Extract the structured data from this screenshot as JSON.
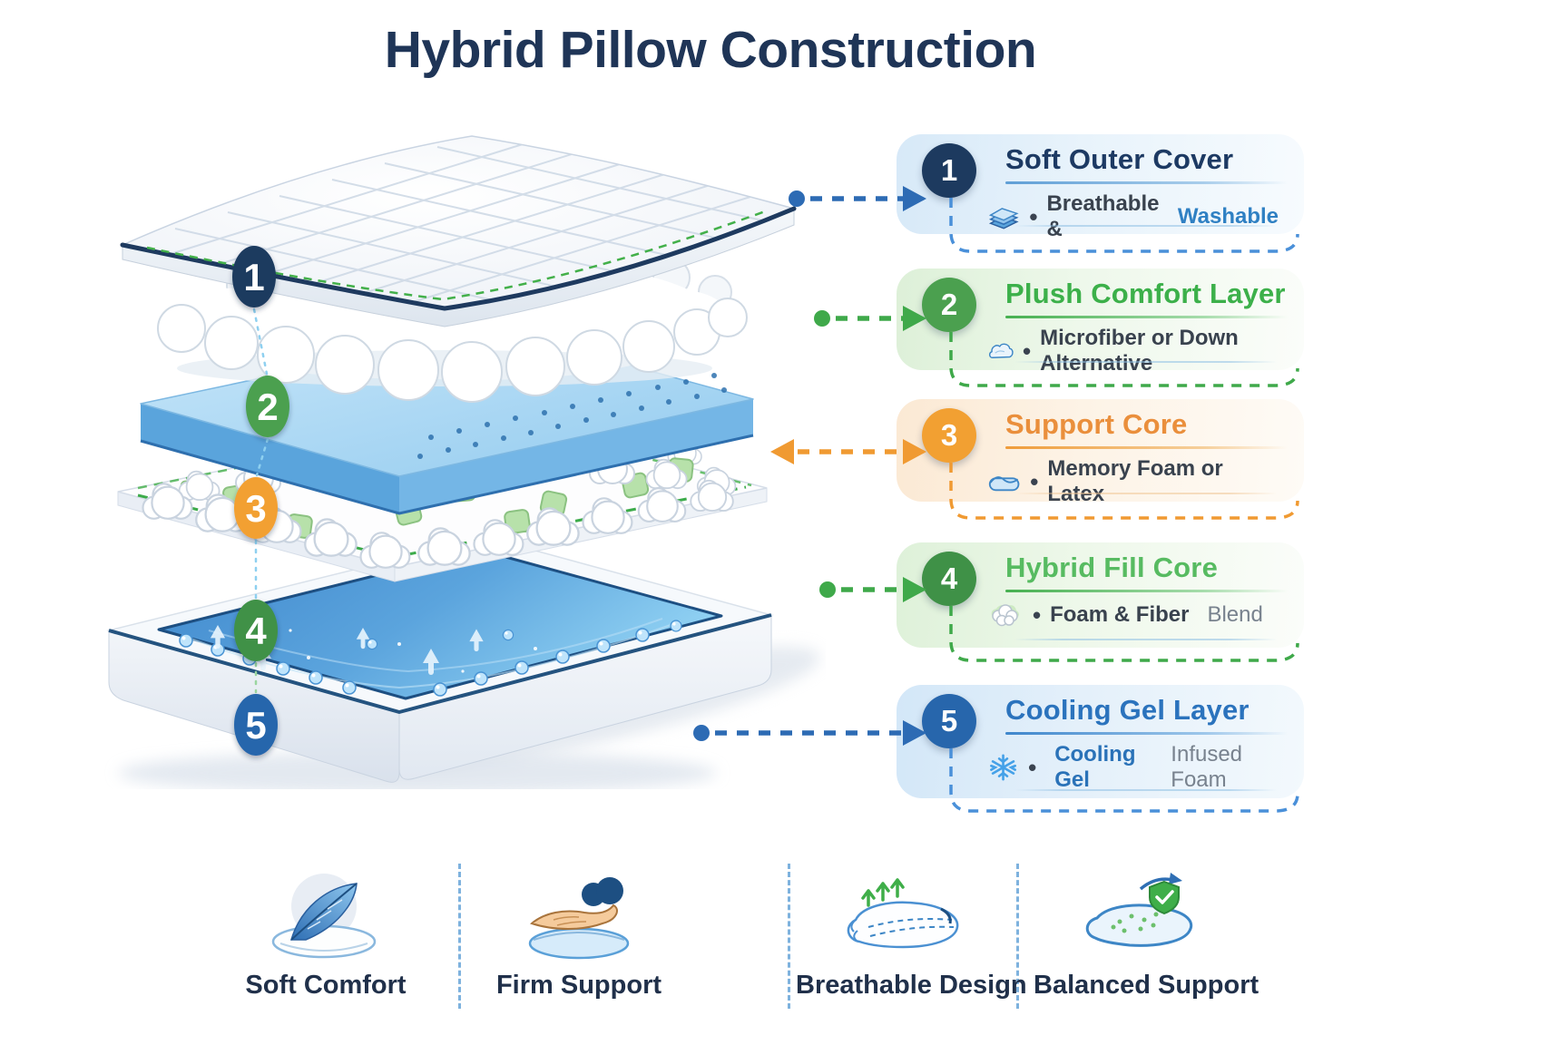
{
  "title": "Hybrid Pillow Construction",
  "badges": [
    {
      "num": "1",
      "color": "#1d3a5f"
    },
    {
      "num": "2",
      "color": "#4ba04f"
    },
    {
      "num": "3",
      "color": "#f2a032"
    },
    {
      "num": "4",
      "color": "#3f9147"
    },
    {
      "num": "5",
      "color": "#2766ac"
    }
  ],
  "cards": [
    {
      "num": "1",
      "title": "Soft Outer Cover",
      "bullet": "•",
      "sub_dark": "Breathable & ",
      "sub_accent": "Washable",
      "sub_muted": "",
      "icon": "fabric-layers-icon",
      "accent": "#1d3a5f"
    },
    {
      "num": "2",
      "title": "Plush Comfort Layer",
      "bullet": "•",
      "sub_dark": "Microfiber or Down Alternative",
      "sub_accent": "",
      "sub_muted": "",
      "icon": "cloud-icon",
      "accent": "#43ae4a"
    },
    {
      "num": "3",
      "title": "Support Core",
      "bullet": "•",
      "sub_dark": "Memory Foam or Latex",
      "sub_accent": "",
      "sub_muted": "",
      "icon": "memory-foam-icon",
      "accent": "#ef9c34"
    },
    {
      "num": "4",
      "title": "Hybrid Fill Core",
      "bullet": "•",
      "sub_dark": "Foam & Fiber ",
      "sub_accent": "",
      "sub_muted": "Blend",
      "icon": "foam-balls-icon",
      "accent": "#46b050"
    },
    {
      "num": "5",
      "title": "Cooling Gel Layer",
      "bullet": "•",
      "sub_dark": "",
      "sub_accent": "Cooling Gel ",
      "sub_muted": "Infused Foam",
      "icon": "snowflake-icon",
      "accent": "#2a72b8"
    }
  ],
  "features": [
    {
      "label": "Soft Comfort",
      "icon": "feather-pillow-icon"
    },
    {
      "label": "Firm Support",
      "icon": "hand-support-icon"
    },
    {
      "label": "Breathable Design",
      "icon": "airflow-pillow-icon"
    },
    {
      "label": "Balanced Support",
      "icon": "shield-check-pillow-icon"
    }
  ],
  "colors": {
    "title_navy": "#1f3557",
    "leader_blue": "#2d6bb4",
    "leader_green": "#3fa94a",
    "leader_orange": "#f09a32",
    "pillow_piping": "#1e3a5f",
    "stitch_green": "#43b04a",
    "foam_blue": "#5aa4dc",
    "gel_blue": "#2f7cc4",
    "fill_green_cube": "#b7e1aa"
  }
}
